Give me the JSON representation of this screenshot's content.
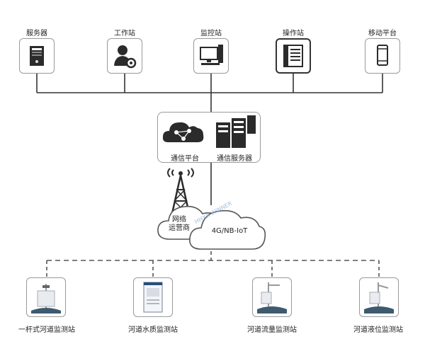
{
  "top_devices": [
    {
      "label": "服务器",
      "icon": "server-tower-icon"
    },
    {
      "label": "工作站",
      "icon": "user-gear-icon"
    },
    {
      "label": "监控站",
      "icon": "monitor-pc-icon"
    },
    {
      "label": "操作站",
      "icon": "document-panel-icon"
    },
    {
      "label": "移动平台",
      "icon": "mobile-phone-icon"
    }
  ],
  "center": {
    "platform_label": "通信平台",
    "server_label": "通信服务器"
  },
  "network": {
    "operator_label": "网络\n运营商",
    "protocol_label": "4G/NB-IoT",
    "watermark": "HHXX WINNER"
  },
  "stations": [
    {
      "label": "一杆式河道监测站",
      "icon": "pole-station-icon"
    },
    {
      "label": "河道水质监测站",
      "icon": "cabinet-station-icon"
    },
    {
      "label": "河道流量监测站",
      "icon": "flow-station-icon"
    },
    {
      "label": "河道液位监测站",
      "icon": "level-station-icon"
    }
  ],
  "colors": {
    "line": "#333333",
    "dash": "#555555",
    "cloud_fill": "#ffffff",
    "cloud_stroke": "#555555",
    "icon_dark": "#2b2b2b"
  }
}
